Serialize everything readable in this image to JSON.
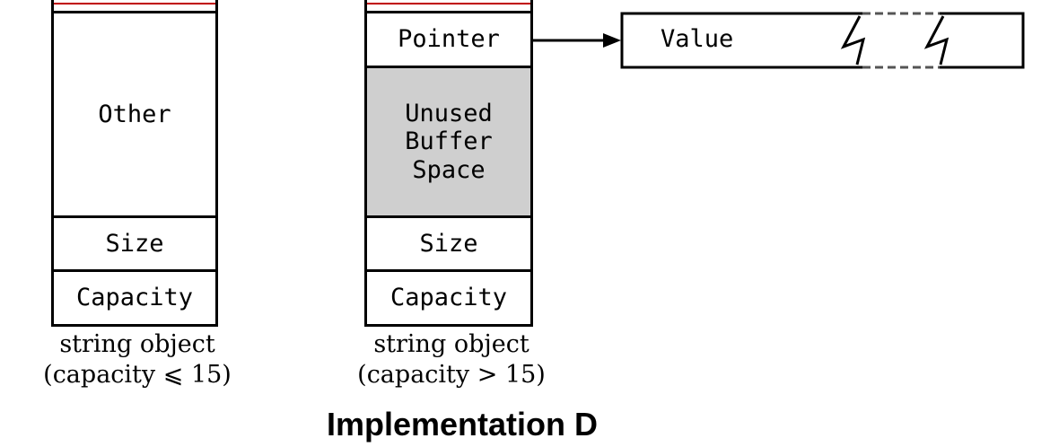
{
  "left_object": {
    "cells": [
      "Other",
      "Size",
      "Capacity"
    ],
    "caption_line1": "string object",
    "caption_line2": "(capacity ⩽ 15)"
  },
  "right_object": {
    "cells": [
      "Pointer",
      "Unused\nBuffer\nSpace",
      "Size",
      "Capacity"
    ],
    "caption_line1": "string object",
    "caption_line2": "(capacity > 15)"
  },
  "value_box": {
    "label": "Value"
  },
  "title": "Implementation D",
  "colors": {
    "top_rule": "#c00000",
    "buffer_fill": "#cfcfcf"
  }
}
